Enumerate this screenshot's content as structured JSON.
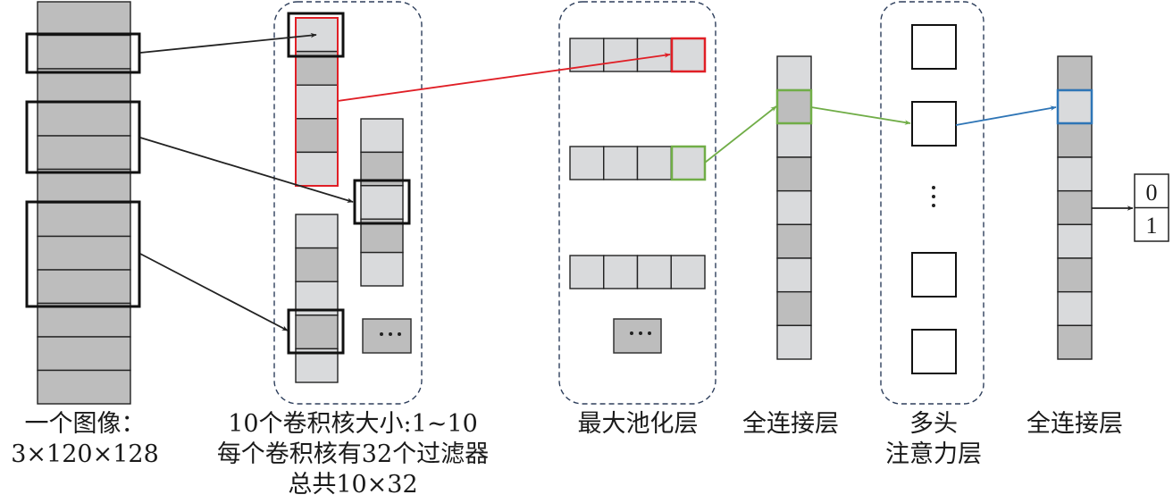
{
  "colors": {
    "light_cell": "#d9dadc",
    "dark_cell": "#bdbdbd",
    "border": "#222222",
    "container": "#2e3f5c",
    "red": "#e01f26",
    "green": "#70ad47",
    "blue": "#2e75b6"
  },
  "input": {
    "label_line1": "一个图像：",
    "label_line2": "3×120×128",
    "rows": 12
  },
  "conv": {
    "label_line1": "10个卷积核大小:1~10",
    "label_line2": "每个卷积核有32个过滤器",
    "label_line3": "总共10×32",
    "ellipsis": "···"
  },
  "pool": {
    "label": "最大池化层",
    "ellipsis": "···"
  },
  "fc1": {
    "label": "全连接层"
  },
  "attention": {
    "label_line1": "多头",
    "label_line2": "注意力层",
    "ellipsis": "⋮"
  },
  "fc2": {
    "label": "全连接层"
  },
  "output": {
    "values": [
      "0",
      "1"
    ]
  }
}
